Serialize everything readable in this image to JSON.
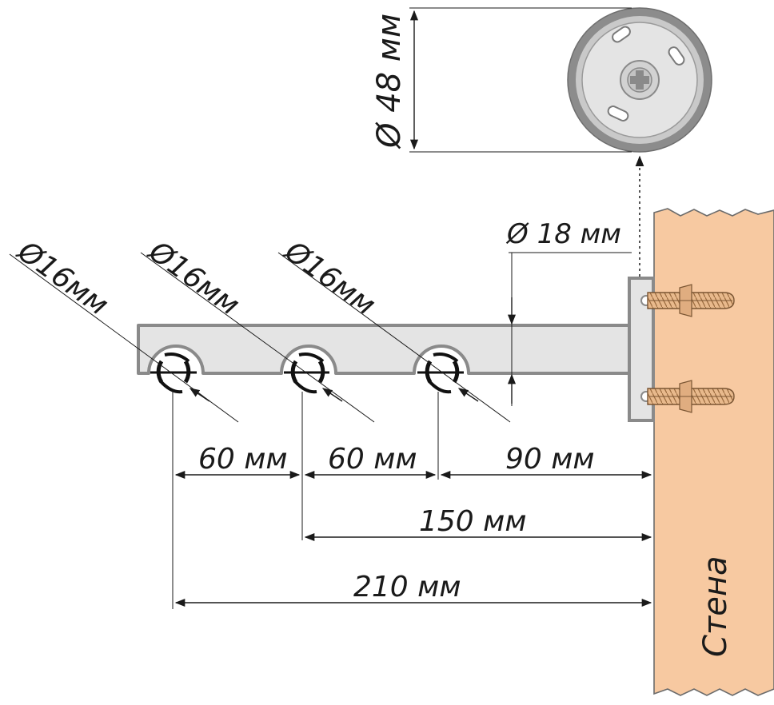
{
  "labels": {
    "flange_diameter": "Ø 48 мм",
    "bracket_diameter": "Ø 18 мм",
    "rod_1": "Ø16мм",
    "rod_2": "Ø16мм",
    "rod_3": "Ø16мм",
    "gap_1": "60 мм",
    "gap_2": "60 мм",
    "gap_3": "90 мм",
    "span_150": "150 мм",
    "span_210": "210 мм",
    "wall": "Стена"
  },
  "colors": {
    "wall_fill": "#f7c9a1",
    "metal_light": "#e4e4e4",
    "metal_dark": "#8c8c8c",
    "line": "#1a1a1a"
  }
}
